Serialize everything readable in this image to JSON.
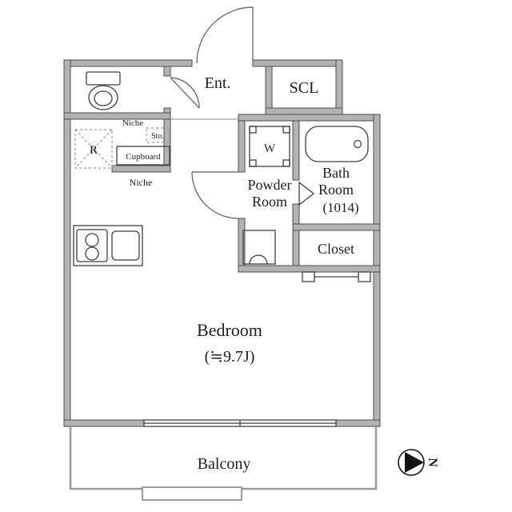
{
  "labels": {
    "entrance": "Ent.",
    "scl": "SCL",
    "niche_top": "Niche",
    "storage": "Sto.",
    "cupboard": "Cupboard",
    "niche_bottom": "Niche",
    "refrigerator": "R",
    "washer": "W",
    "powder_line1": "Powder",
    "powder_line2": "Room",
    "bath_line1": "Bath",
    "bath_line2": "Room",
    "bath_size": "(1014)",
    "closet": "Closet",
    "bedroom": "Bedroom",
    "bedroom_size": "(≒9.7J)",
    "balcony": "Balcony",
    "north": "N"
  },
  "icons": {
    "toilet": "toilet-icon",
    "bathtub": "bathtub-icon",
    "stove": "stove-icon",
    "sink": "sink-icon",
    "washing_machine": "washing-machine-icon",
    "wash_basin": "wash-basin-icon",
    "compass": "north-compass-icon"
  },
  "colors": {
    "wall_fill": "#b3b3b3",
    "wall_stroke": "#4d4d4d",
    "line": "#3f3f3f",
    "text": "#1f1f1f",
    "balcony_line": "#9b9b9b"
  }
}
